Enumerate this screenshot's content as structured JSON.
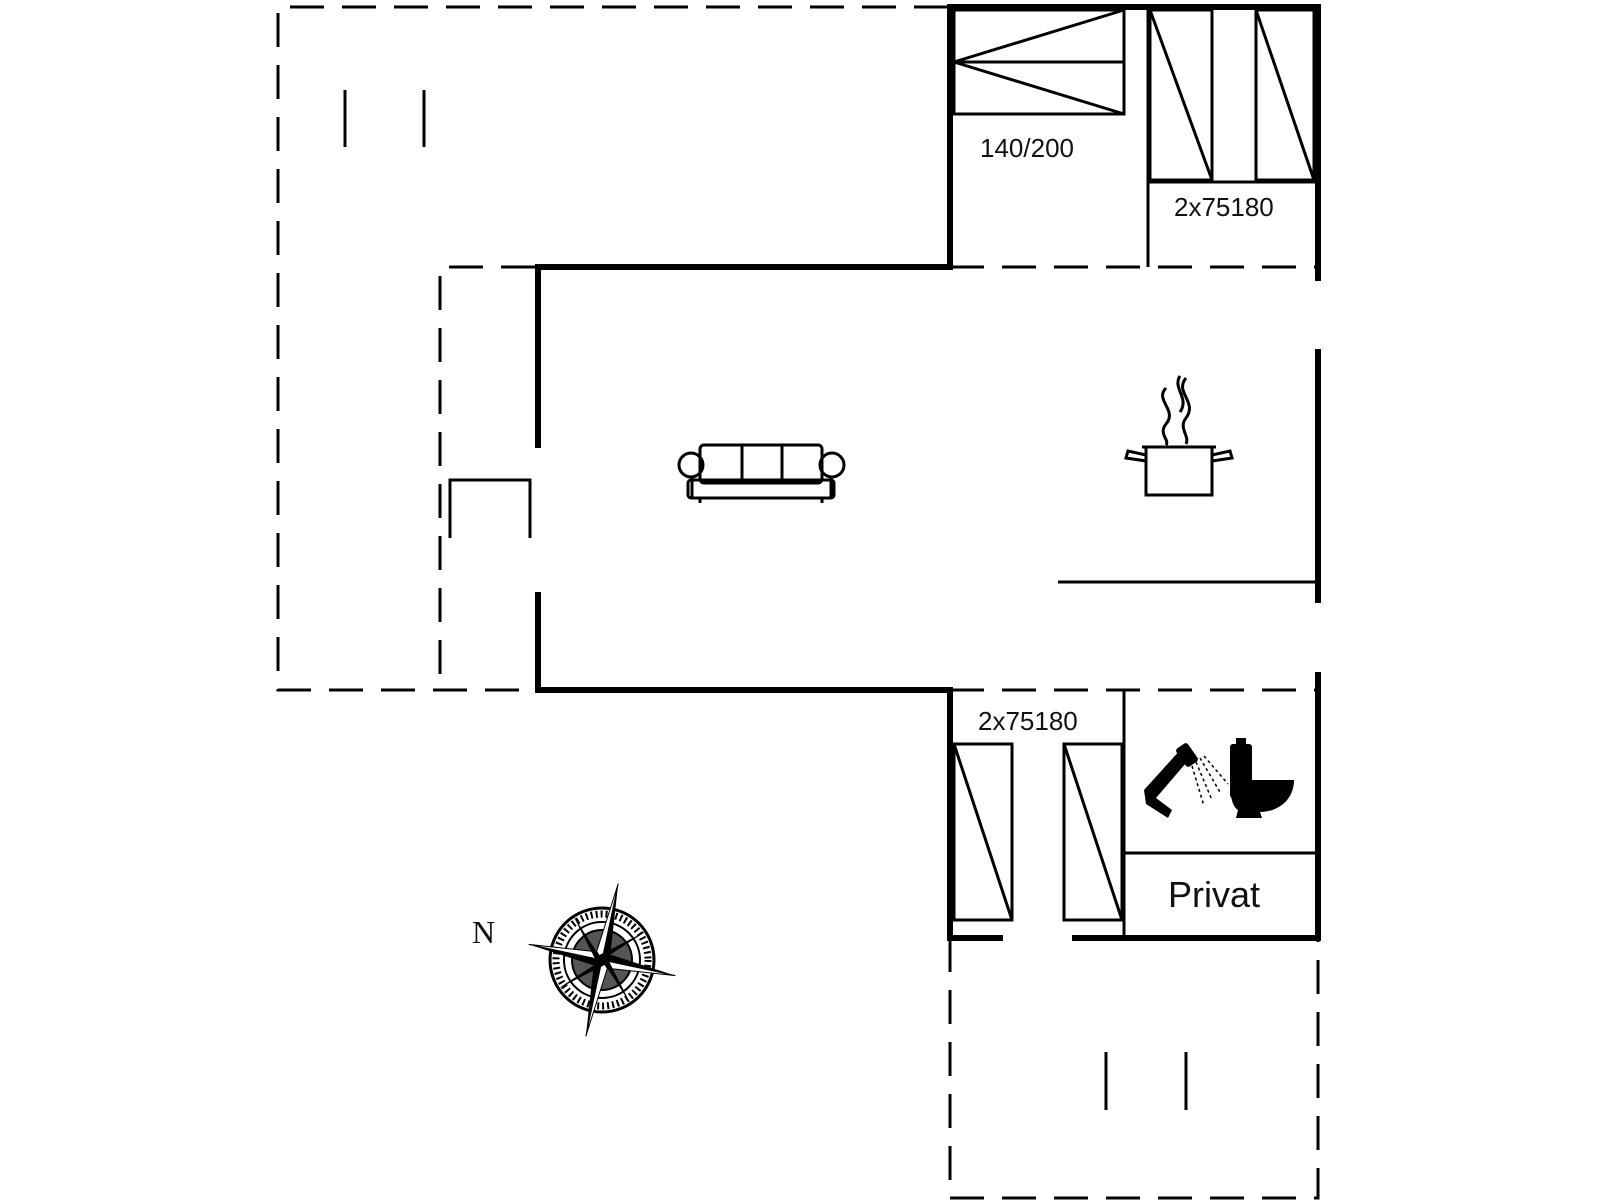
{
  "labels": {
    "bed_double": "140/200",
    "bed_twin_top": "2x75180",
    "bed_twin_bottom": "2x75180",
    "private_room": "Privat",
    "north": "N"
  },
  "icons": {
    "sofa": "sofa-icon",
    "cooking_pot": "cooking-pot-icon",
    "shower": "shower-icon",
    "toilet": "toilet-icon",
    "compass": "compass-rose-icon"
  }
}
